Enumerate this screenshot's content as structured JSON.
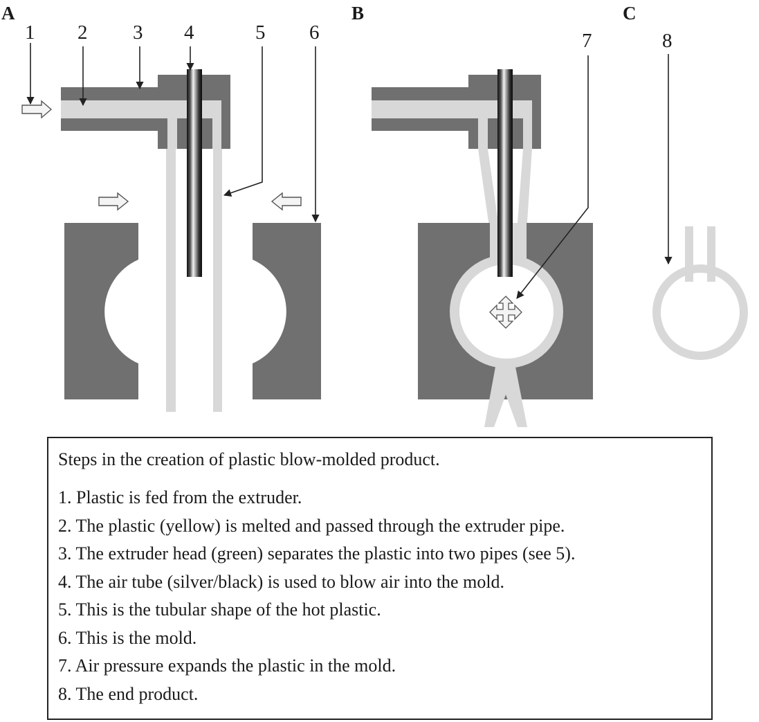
{
  "panels": {
    "a": "A",
    "b": "B",
    "c": "C"
  },
  "callouts": {
    "c1": "1",
    "c2": "2",
    "c3": "3",
    "c4": "4",
    "c5": "5",
    "c6": "6",
    "c7": "7",
    "c8": "8"
  },
  "colors": {
    "mold": "#707070",
    "plastic": "#d8d8d8",
    "air_tube": "#1a1a1a",
    "leader": "#222222"
  },
  "legend": {
    "title": "Steps in the creation of plastic blow-molded product.",
    "steps": [
      "1. Plastic is fed from the extruder.",
      "2. The plastic (yellow) is melted and passed through the extruder pipe.",
      "3. The extruder head (green) separates the plastic into two pipes (see 5).",
      "4. The air tube (silver/black) is used to blow air into the mold.",
      "5. This is the tubular shape of the hot plastic.",
      "6. This is the mold.",
      "7. Air pressure expands the plastic in the mold.",
      "8. The end product."
    ]
  }
}
